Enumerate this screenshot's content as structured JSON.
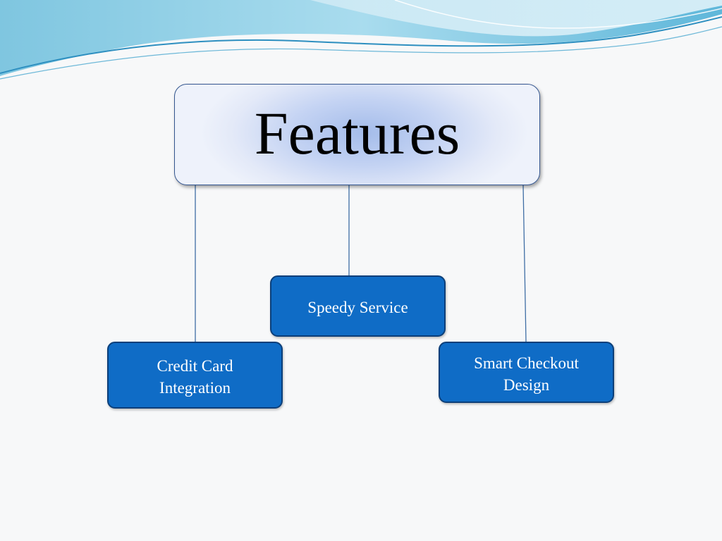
{
  "slide": {
    "title": "Features",
    "accent_color": "#0f6cc6",
    "title_box_border_color": "#34568f",
    "connector_color": "#3f6ea5"
  },
  "nodes": [
    {
      "label": "Speedy Service"
    },
    {
      "label": "Credit Card Integration"
    },
    {
      "label": "Smart Checkout Design"
    }
  ]
}
